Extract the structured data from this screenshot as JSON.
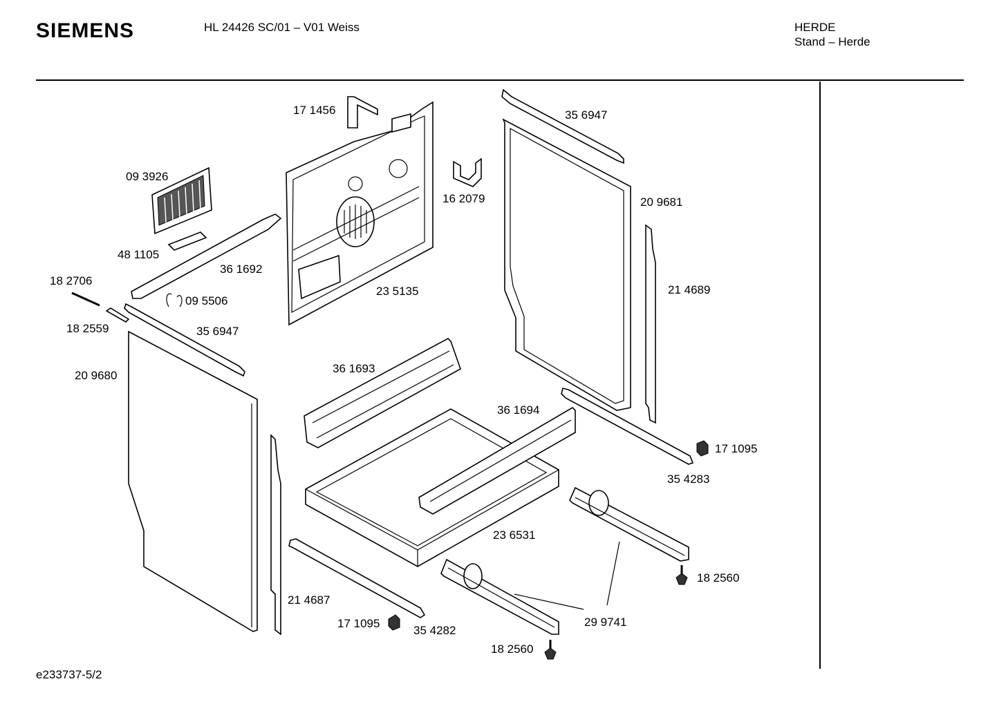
{
  "header": {
    "brand": "SIEMENS",
    "model": "HL 24426 SC/01 – V01 Weiss",
    "category": "HERDE",
    "subcategory": "Stand – Herde"
  },
  "footer": {
    "doc_id": "e233737-5/2"
  },
  "parts": {
    "p171456": "17 1456",
    "p093926": "09 3926",
    "p162079": "16 2079",
    "p356947_top": "35 6947",
    "p209681": "20 9681",
    "p481105": "48 1105",
    "p361692": "36 1692",
    "p182706": "18 2706",
    "p095506": "09 5506",
    "p235135": "23 5135",
    "p214689": "21 4689",
    "p182559": "18 2559",
    "p356947_left": "35 6947",
    "p209680": "20 9680",
    "p361693": "36 1693",
    "p361694": "36 1694",
    "p171095_right": "17 1095",
    "p354283": "35 4283",
    "p236531": "23 6531",
    "p182560_right": "18 2560",
    "p214687": "21 4687",
    "p171095_left": "17 1095",
    "p354282": "35 4282",
    "p299741": "29 9741",
    "p182560_bottom": "18 2560"
  }
}
